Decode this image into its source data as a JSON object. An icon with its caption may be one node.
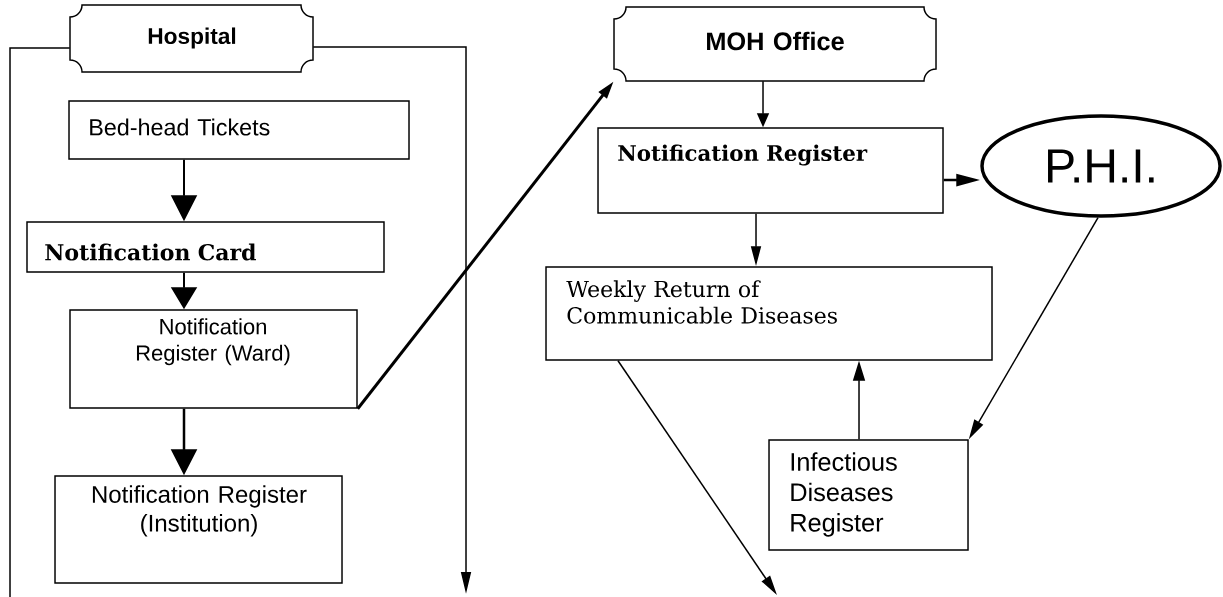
{
  "diagram": {
    "nodes": [
      {
        "text": [
          "Hospital"
        ]
      },
      {
        "text": [
          "Bed-head Tickets"
        ]
      },
      {
        "text": [
          "Notification Card"
        ]
      },
      {
        "text": [
          "Notification Register (Ward)"
        ]
      },
      {
        "text": [
          "Notification Register (Institution)"
        ]
      },
      {
        "text": [
          "MOH Office"
        ]
      },
      {
        "text": [
          "Notification Register"
        ]
      },
      {
        "text": [
          "P.H.I."
        ]
      },
      {
        "text": [
          "Weekly Return of Communicable Diseases"
        ]
      },
      {
        "text": [
          "Infectious Diseases Register"
        ]
      }
    ],
    "edges": [
      {
        "from": 0,
        "to": null,
        "arrow": "none"
      },
      {
        "from": 0,
        "to": null,
        "arrow": "to"
      },
      {
        "from": 1,
        "to": 2,
        "arrow": "to"
      },
      {
        "from": 2,
        "to": 3,
        "arrow": "to"
      },
      {
        "from": 3,
        "to": 4,
        "arrow": "to"
      },
      {
        "from": 3,
        "to": 5,
        "arrow": "to"
      },
      {
        "from": 5,
        "to": 6,
        "arrow": "to"
      },
      {
        "from": 6,
        "to": 7,
        "arrow": "to"
      },
      {
        "from": 6,
        "to": 8,
        "arrow": "to"
      },
      {
        "from": 7,
        "to": 9,
        "arrow": "to"
      },
      {
        "from": 9,
        "to": 8,
        "arrow": "to"
      },
      {
        "from": 8,
        "to": null,
        "arrow": "to"
      }
    ]
  }
}
